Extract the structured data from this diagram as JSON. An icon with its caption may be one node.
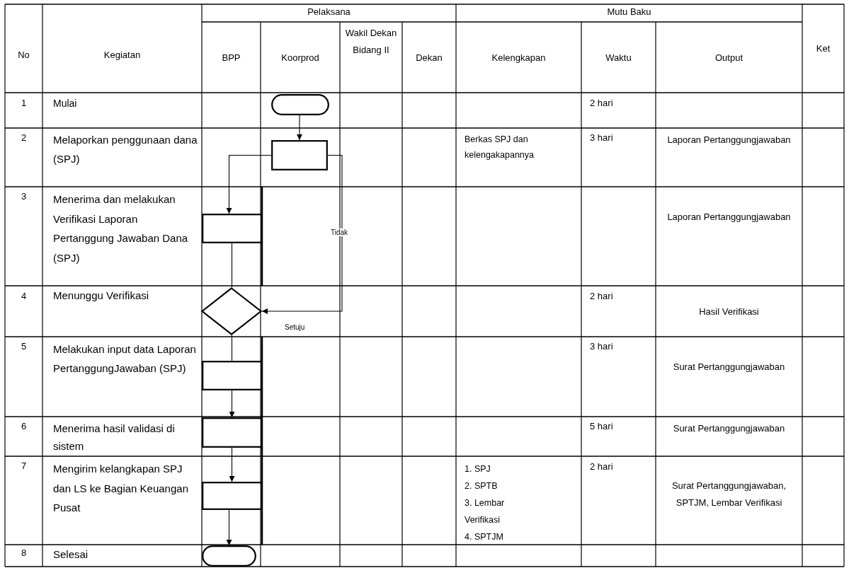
{
  "diagram": {
    "nodes": [
      {
        "text": [],
        "shape": "pill"
      },
      {
        "text": [],
        "shape": "box"
      },
      {
        "text": [],
        "shape": "box"
      },
      {
        "text": [],
        "shape": "diamond"
      },
      {
        "text": [],
        "shape": "box"
      },
      {
        "text": [],
        "shape": "box"
      },
      {
        "text": [],
        "shape": "box"
      },
      {
        "text": [],
        "shape": "pill"
      }
    ],
    "edges": [
      {
        "from": 0,
        "to": 1,
        "arrow": "to"
      },
      {
        "from": 1,
        "to": 2,
        "arrow": "to"
      },
      {
        "from": 2,
        "to": 3,
        "arrow": "none"
      },
      {
        "from": 1,
        "to": 3,
        "arrow": "to",
        "label": "Tidak"
      },
      {
        "from": 3,
        "to": 4,
        "arrow": "none"
      },
      {
        "from": 4,
        "to": 5,
        "arrow": "to"
      },
      {
        "from": 5,
        "to": 6,
        "arrow": "to"
      },
      {
        "from": 6,
        "to": 7,
        "arrow": "to"
      }
    ],
    "labels": [
      "No",
      "Kegiatan",
      "Pelaksana",
      "Mutu Baku",
      "Ket",
      "BPP",
      "Koorprod",
      "Wakil Dekan Bidang II",
      "Dekan",
      "Kelengkapan",
      "Waktu",
      "Output",
      "1",
      "Mulai",
      "2 hari",
      "2",
      "Melaporkan penggunaan dana (SPJ)",
      "Berkas SPJ dan kelengakapannya",
      "3 hari",
      "Laporan Pertanggungjawaban",
      "3",
      "Menerima dan melakukan Verifikasi Laporan Pertanggung Jawaban Dana (SPJ)",
      "Laporan Pertanggungjawaban",
      "4",
      "Menunggu Verifikasi",
      "Setuju",
      "2 hari",
      "Hasil Verifikasi",
      "5",
      "Melakukan input data Laporan PertanggungJawaban (SPJ)",
      "3 hari",
      "Surat Pertanggungjawaban",
      "6",
      "Menerima hasil validasi di sistem",
      "5 hari",
      "Surat Pertanggungjawaban",
      "7",
      "Mengirim kelangkapan SPJ dan LS ke Bagian Keuangan Pusat",
      "1. SPJ",
      "2. SPTB",
      "3. Lembar Verifikasi",
      "4. SPTJM",
      "2 hari",
      "Surat Pertanggungjawaban, SPTJM, Lembar Verifikasi",
      "8",
      "Selesai"
    ]
  }
}
